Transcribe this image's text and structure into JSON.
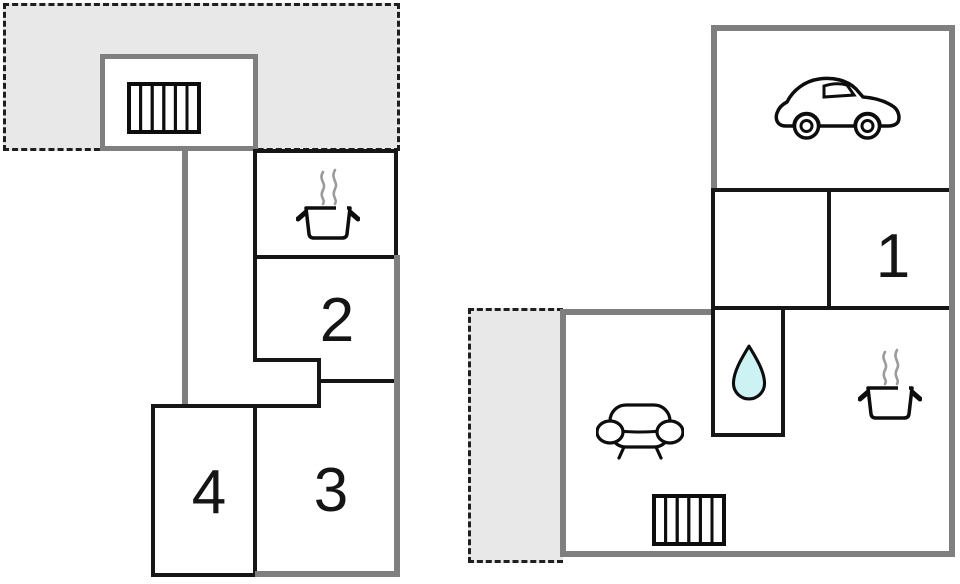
{
  "document": {
    "kind": "vacation-home-floor-plan",
    "plan_count": 2
  },
  "colors": {
    "background": "#ffffff",
    "outer_wall_gray": "#7f7f7f",
    "inner_wall_black": "#161616",
    "terrace_fill": "#e8e8e8",
    "terrace_dash": "#1f1f1f",
    "water_drop_fill": "#cdf2f4",
    "steam_gray": "#9b9b9b",
    "icon_stroke": "#0d0d0d"
  },
  "plans": {
    "left": {
      "name": "floor-plan-left",
      "terrace": {
        "kind": "terrace-dashed-outline"
      },
      "rooms": {
        "heater_room": {
          "icon": "radiator-icon"
        },
        "kitchen": {
          "icon": "cooking-pot-icon"
        },
        "hallway": {},
        "room2": {
          "label": "2"
        },
        "room3": {
          "label": "3"
        },
        "room4": {
          "label": "4"
        }
      }
    },
    "right": {
      "name": "floor-plan-right",
      "terrace": {
        "kind": "terrace-dashed-outline"
      },
      "rooms": {
        "garage": {
          "icon": "car-icon"
        },
        "room1": {
          "label": "1"
        },
        "bathroom": {
          "icon": "water-drop-icon"
        },
        "living_area": {
          "icons": [
            "sofa-icon",
            "cooking-pot-icon",
            "radiator-icon"
          ]
        }
      }
    }
  }
}
